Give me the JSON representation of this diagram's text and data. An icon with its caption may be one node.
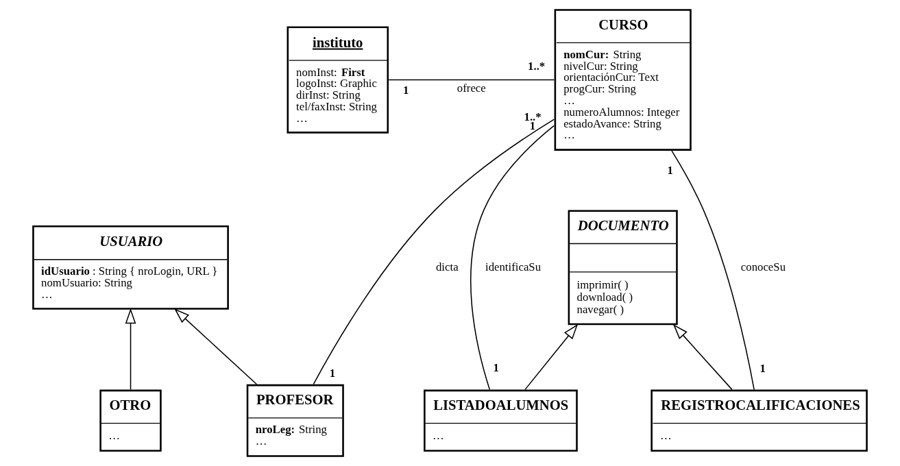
{
  "diagram": {
    "nodes": [
      {
        "text": [
          "instituto",
          "nomInst: **First**",
          "logoInst: Graphic",
          "dirInst: String",
          "tel/faxInst: String",
          "…"
        ]
      },
      {
        "text": [
          "CURSO",
          "**nomCur:** String",
          "nivelCur: String",
          "orientaciónCur: Text",
          "progCur: String",
          "…",
          "numeroAlumnos: Integer",
          "estadoAvance: String",
          "…"
        ]
      },
      {
        "text": [
          "USUARIO",
          "**idUsuario**: String { nroLogin, URL }",
          "nomUsuario: String",
          "…"
        ]
      },
      {
        "text": [
          "DOCUMENTO",
          "imprimir( )",
          "download( )",
          "navegar( )"
        ]
      },
      {
        "text": [
          "OTRO",
          "…"
        ]
      },
      {
        "text": [
          "PROFESOR",
          "**nroLeg:** String",
          "…"
        ]
      },
      {
        "text": [
          "LISTADOALUMNOS",
          "…"
        ]
      },
      {
        "text": [
          "REGISTROCALIFICACIONES",
          "…"
        ]
      }
    ],
    "edges": [
      {
        "from": 0,
        "to": 1,
        "arrow": "none",
        "label": "ofrece"
      },
      {
        "from": 5,
        "to": 1,
        "arrow": "none",
        "label": "dicta"
      },
      {
        "from": 6,
        "to": 1,
        "arrow": "none",
        "label": "identificaSu"
      },
      {
        "from": 7,
        "to": 1,
        "arrow": "none",
        "label": "conoceSu"
      },
      {
        "from": 4,
        "to": 2,
        "arrow": "to"
      },
      {
        "from": 5,
        "to": 2,
        "arrow": "to"
      },
      {
        "from": 6,
        "to": 3,
        "arrow": "to"
      },
      {
        "from": 7,
        "to": 3,
        "arrow": "to"
      }
    ],
    "labels": [
      "1",
      "1..*",
      "1",
      "1..*",
      "1",
      "1",
      "1",
      "1"
    ]
  }
}
